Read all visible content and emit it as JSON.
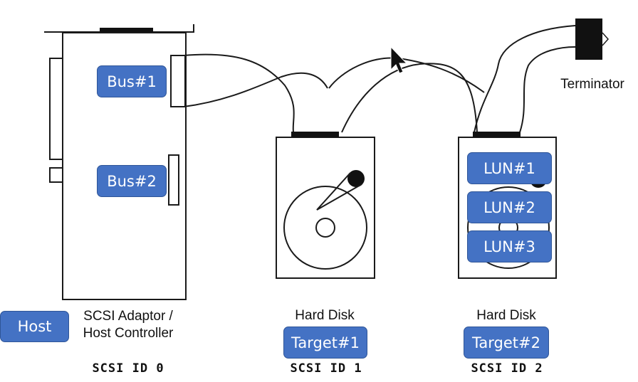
{
  "badges": {
    "bus1": "Bus#1",
    "bus2": "Bus#2",
    "host": "Host",
    "target1": "Target#1",
    "target2": "Target#2",
    "lun1": "LUN#1",
    "lun2": "LUN#2",
    "lun3": "LUN#3"
  },
  "labels": {
    "terminator": "Terminator",
    "adaptor_line1": "SCSI Adaptor /",
    "adaptor_line2": "Host Controller",
    "disk1": "Hard Disk",
    "disk2": "Hard Disk"
  },
  "scsi_ids": {
    "id0": "SCSI ID 0",
    "id1": "SCSI ID 1",
    "id2": "SCSI ID 2"
  },
  "colors": {
    "badge_fill": "#4472c4",
    "badge_border": "#2f5597",
    "line": "#1a1a1a"
  }
}
